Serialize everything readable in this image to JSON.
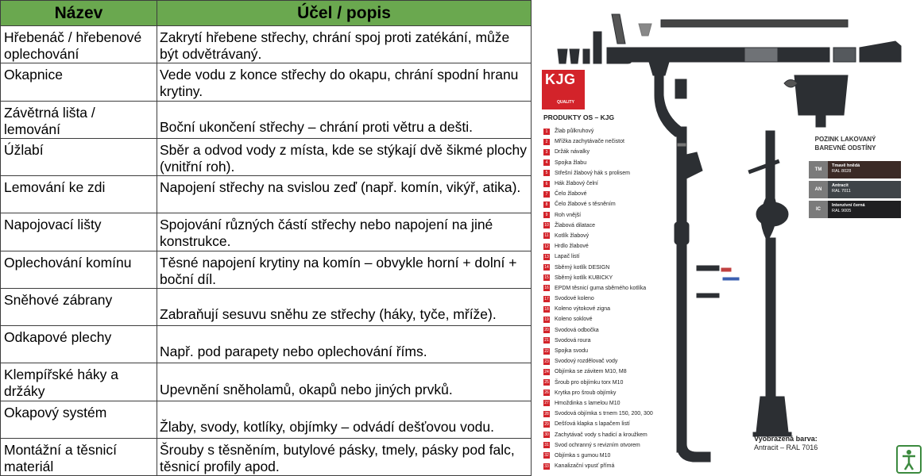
{
  "table": {
    "headers": [
      "Název",
      "Účel / popis"
    ],
    "rows": [
      {
        "name": "Hřebenáč / hřebenové oplechování",
        "desc": "Zakrytí hřebene střechy, chrání spoj proti zatékání, může být odvětrávaný."
      },
      {
        "name": "Okapnice",
        "desc": "Vede vodu z konce střechy do okapu, chrání spodní hranu krytiny."
      },
      {
        "name": "Závětrná lišta / lemování",
        "desc": "Boční ukončení střechy – chrání proti větru a dešti."
      },
      {
        "name": "Úžlabí",
        "desc": "Sběr a odvod vody z místa, kde se stýkají dvě šikmé plochy (vnitřní roh)."
      },
      {
        "name": "Lemování ke zdi",
        "desc": "Napojení střechy na svislou zeď (např. komín, vikýř, atika)."
      },
      {
        "name": "Napojovací lišty",
        "desc": "Spojování různých částí střechy nebo napojení na jiné konstrukce."
      },
      {
        "name": "Oplechování komínu",
        "desc": "Těsné napojení krytiny na komín – obvykle horní + dolní + boční díl."
      },
      {
        "name": "Sněhové zábrany",
        "desc": "Zabraňují sesuvu sněhu ze střechy (háky, tyče, mříže)."
      },
      {
        "name": "Odkapové plechy",
        "desc": "Např. pod parapety nebo oplechování říms."
      },
      {
        "name": "Klempířské háky a držáky",
        "desc": "Upevnění sněholamů, okapů nebo jiných prvků."
      },
      {
        "name": "Okapový systém",
        "desc": "Žlaby, svody, kotlíky, objímky – odvádí dešťovou vodu."
      },
      {
        "name": "Montážní a těsnicí materiál",
        "desc": "Šrouby s těsněním, butylové pásky, tmely, pásky pod falc, těsnicí profily apod."
      }
    ]
  },
  "catalog": {
    "logo": "KJG",
    "logo_sub": "QUALITY",
    "title": "PRODUKTY OS – KJG",
    "parts": [
      "Žlab půlkruhový",
      "Mřížka zachytávače nečistot",
      "Držák návalky",
      "Spojka žlabu",
      "Střešní žlabový hák s prolisem",
      "Hák žlabový čelní",
      "Čelo žlabové",
      "Čelo žlabové s těsněním",
      "Roh vnější",
      "Žlabová dilatace",
      "Kotlík žlabový",
      "Hrdlo žlabové",
      "Lapač listí",
      "Sběrný kotlík DESIGN",
      "Sběrný kotlík KUBICKY",
      "EPDM těsnicí guma sběrného kotlíka",
      "Svodové koleno",
      "Koleno výtokové zigna",
      "Koleno soklové",
      "Svodová odbočka",
      "Svodová roura",
      "Spojka svodu",
      "Svodový rozdělovač vody",
      "Objímka se závitem M10, M8",
      "Šroub pro objímku torx M10",
      "Krytka pro šroub objímky",
      "Hmoždinka s lamelou M10",
      "Svodová objímka s trnem 150, 200, 300",
      "Dešťová klapka s lapačem listí",
      "Zachytávač vody s hadicí a kroužkem",
      "Svod ochranný s revizním otvorem",
      "Objímka s gumou M10",
      "Kanalizační vpusť přímá"
    ],
    "colors_title": "POZINK LAKOVANÝ BAREVNÉ ODSTÍNY",
    "colors": [
      {
        "code": "TM",
        "name": "Tmavě hnědá",
        "ral": "RAL 8028",
        "hex": "#3b2a26"
      },
      {
        "code": "AN",
        "name": "Antracit",
        "ral": "RAL 7011",
        "hex": "#3f4448"
      },
      {
        "code": "IC",
        "name": "Intenzivní černá",
        "ral": "RAL 9005",
        "hex": "#1f1f21"
      }
    ],
    "caption_label": "Vyobrazená barva:",
    "caption_value": "Antracit – RAL 7016"
  },
  "colors": {
    "header_green": "#6aa84f",
    "brand_red": "#d3232a",
    "gutter_dark": "#2c2f33",
    "icon_green": "#3c8a3f"
  }
}
